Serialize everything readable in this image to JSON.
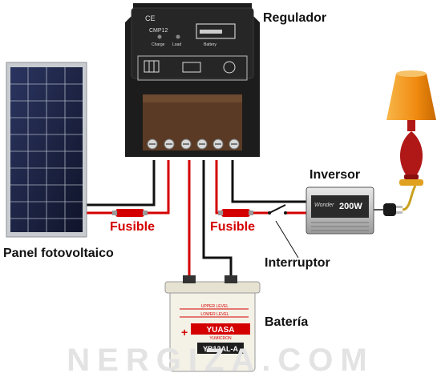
{
  "labels": {
    "regulator": "Regulador",
    "panel": "Panel fotovoltaico",
    "inverter": "Inversor",
    "fuse_left": "Fusible",
    "fuse_right": "Fusible",
    "switch": "Interruptor",
    "battery": "Batería"
  },
  "device_text": {
    "ce_mark": "CE",
    "model": "CMP12",
    "led_charge": "Charge",
    "led_load": "Load",
    "led_battery": "Battery",
    "inverter_brand": "Wonder",
    "inverter_power": "200W",
    "battery_brand": "YUASA",
    "battery_model": "YB12AL-A",
    "battery_sub": "YUMICRON",
    "battery_level_upper": "UPPER LEVEL",
    "battery_level_lower": "LOWER LEVEL"
  },
  "watermark": "NERGIZA.COM",
  "colors": {
    "wire_red": "#d40000",
    "wire_black": "#111111",
    "regulator_body": "#1c1c1c",
    "panel_frame": "#c8ccd0",
    "panel_cells": "#1a1f3a",
    "lamp_shade": "#f29a1c",
    "lamp_base": "#b01818",
    "battery_body": "#f4f1e6",
    "watermark": "#e3e3e3"
  }
}
